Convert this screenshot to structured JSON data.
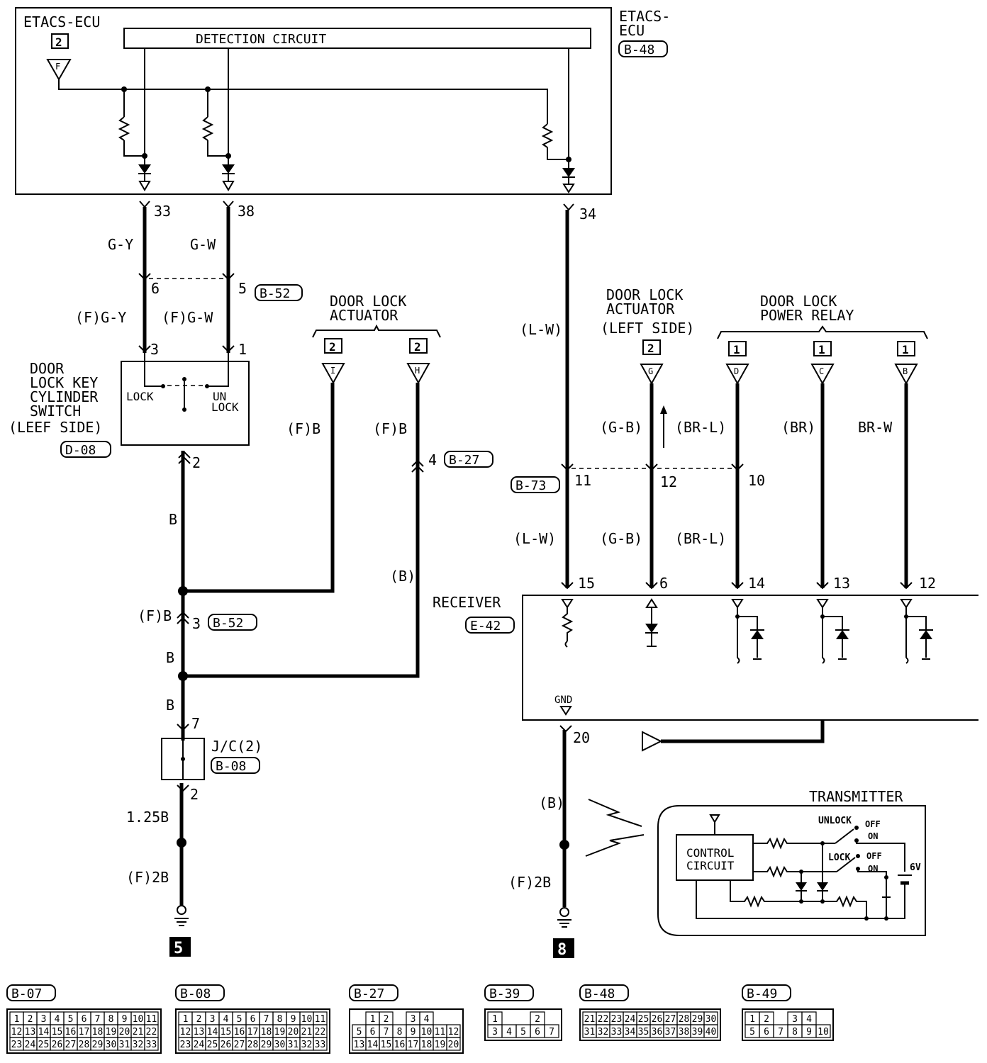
{
  "ecu": {
    "title": "ETACS-ECU",
    "side_title_1": "ETACS-",
    "side_title_2": "ECU",
    "connector": "B-48",
    "connector_num": "2",
    "terminal": "F",
    "detection_label": "DETECTION CIRCUIT",
    "pins": [
      "33",
      "38",
      "34"
    ]
  },
  "wires": {
    "g_y": "G-Y",
    "g_w": "G-W",
    "f_g_y": "(F)G-Y",
    "f_g_w": "(F)G-W",
    "l_w_paren": "(L-W)",
    "l_w_paren_2": "(L-W)",
    "g_b": "(G-B)",
    "g_b_2": "(G-B)",
    "br_l": "(BR-L)",
    "br_l_2": "(BR-L)",
    "br": "(BR)",
    "br_w": "BR-W",
    "f_b_1": "(F)B",
    "f_b_2": "(F)B",
    "f_b_3": "(F)B",
    "b_1": "B",
    "b_2": "B",
    "b_3": "B",
    "b_paren": "(B)",
    "b_paren_2": "(B)",
    "b125": "1.25B",
    "f_2b_1": "(F)2B",
    "f_2b_2": "(F)2B"
  },
  "connectors_inline": {
    "b52_pin6": "6",
    "b52_pin5": "5",
    "b52_label": "B-52",
    "b52_label_2": "B-52",
    "b52_pin3": "3",
    "b27_pin4": "4",
    "b27_label": "B-27",
    "b73_label": "B-73",
    "b73_pins": [
      "11",
      "12",
      "10"
    ]
  },
  "switch": {
    "name_lines": [
      "DOOR",
      "LOCK KEY",
      "CYLINDER",
      "SWITCH",
      "(LEEF SIDE)"
    ],
    "connector": "D-08",
    "pin_left": "3",
    "pin_right": "1",
    "pin_bottom": "2",
    "lock": "LOCK",
    "unlock_1": "UN",
    "unlock_2": "LOCK"
  },
  "actuator": {
    "title_1": "DOOR LOCK",
    "title_2": "ACTUATOR",
    "conn_num_1": "2",
    "conn_num_2": "2",
    "term_1": "I",
    "term_2": "H"
  },
  "actuator_left": {
    "title_1": "DOOR LOCK",
    "title_2": "ACTUATOR",
    "title_3": "(LEFT SIDE)",
    "conn_num": "2",
    "term": "G"
  },
  "relay": {
    "title_1": "DOOR LOCK",
    "title_2": "POWER RELAY",
    "conn_nums": [
      "1",
      "1",
      "1"
    ],
    "terms": [
      "D",
      "C",
      "B"
    ]
  },
  "jc": {
    "label": "J/C(2)",
    "connector": "B-08",
    "pin_top": "7",
    "pin_bottom": "2"
  },
  "receiver": {
    "label": "RECEIVER",
    "connector": "E-42",
    "pins": [
      "15",
      "6",
      "14",
      "13",
      "12"
    ],
    "gnd": "GND",
    "gnd_pin": "20"
  },
  "transmitter": {
    "title": "TRANSMITTER",
    "control_1": "CONTROL",
    "control_2": "CIRCUIT",
    "unlock": "UNLOCK",
    "lock": "LOCK",
    "off_1": "OFF",
    "on_1": "ON",
    "off_2": "OFF",
    "on_2": "ON",
    "battery": "6V"
  },
  "grounds": [
    "5",
    "8"
  ],
  "bottom_connectors": [
    {
      "label": "B-07",
      "rows": [
        [
          "1",
          "2",
          "3",
          "4",
          "5",
          "6",
          "7",
          "8",
          "9",
          "10",
          "11"
        ],
        [
          "12",
          "13",
          "14",
          "15",
          "16",
          "17",
          "18",
          "19",
          "20",
          "21",
          "22"
        ],
        [
          "23",
          "24",
          "25",
          "26",
          "27",
          "28",
          "29",
          "30",
          "31",
          "32",
          "33"
        ]
      ]
    },
    {
      "label": "B-08",
      "rows": [
        [
          "1",
          "2",
          "3",
          "4",
          "5",
          "6",
          "7",
          "8",
          "9",
          "10",
          "11"
        ],
        [
          "12",
          "13",
          "14",
          "15",
          "16",
          "17",
          "18",
          "19",
          "20",
          "21",
          "22"
        ],
        [
          "23",
          "24",
          "25",
          "26",
          "27",
          "28",
          "29",
          "30",
          "31",
          "32",
          "33"
        ]
      ]
    },
    {
      "label": "B-27",
      "rows": [
        [
          "1",
          "2",
          "3",
          "4"
        ],
        [
          "5",
          "6",
          "7",
          "8",
          "9",
          "10",
          "11",
          "12"
        ],
        [
          "13",
          "14",
          "15",
          "16",
          "17",
          "18",
          "19",
          "20"
        ]
      ]
    },
    {
      "label": "B-39",
      "rows": [
        [
          "1",
          "2"
        ],
        [
          "3",
          "4",
          "5",
          "6",
          "7"
        ]
      ]
    },
    {
      "label": "B-48",
      "rows": [
        [
          "21",
          "22",
          "23",
          "24",
          "25",
          "26",
          "27",
          "28",
          "29",
          "30"
        ],
        [
          "31",
          "32",
          "33",
          "34",
          "35",
          "36",
          "37",
          "38",
          "39",
          "40"
        ]
      ]
    },
    {
      "label": "B-49",
      "rows": [
        [
          "1",
          "2",
          "3",
          "4"
        ],
        [
          "5",
          "6",
          "7",
          "8",
          "9",
          "10"
        ]
      ]
    }
  ]
}
